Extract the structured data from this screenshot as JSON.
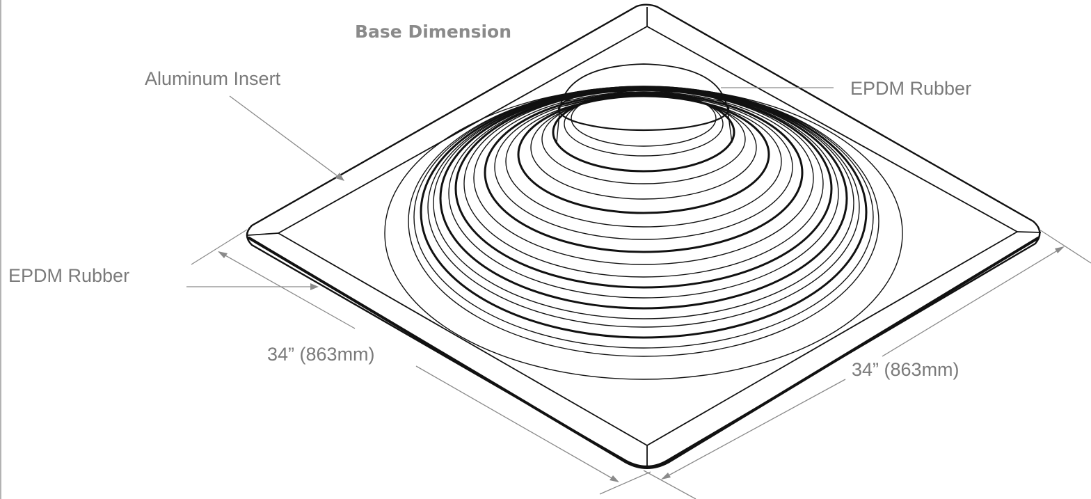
{
  "title": "Base Dimension",
  "labels": {
    "aluminum_insert": "Aluminum Insert",
    "epdm_rubber_top": "EPDM Rubber",
    "epdm_rubber_left": "EPDM Rubber"
  },
  "dimensions": {
    "left_edge": "34” (863mm)",
    "right_edge": "34” (863mm)"
  },
  "colors": {
    "outline": "#111111",
    "leader": "#8a8a8a",
    "text": "#7a7a7a"
  }
}
